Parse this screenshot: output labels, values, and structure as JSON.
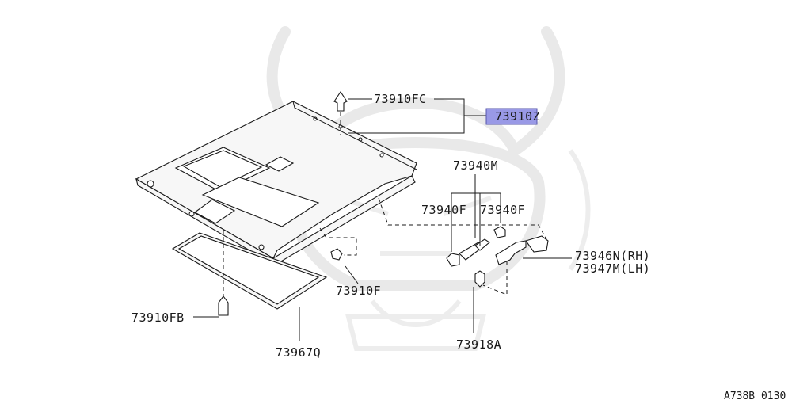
{
  "labels": {
    "l_73910fc": "73910FC",
    "l_73910z": "73910Z",
    "l_73940m": "73940M",
    "l_73940f_left": "73940F",
    "l_73940f_right": "73940F",
    "l_73946n": "73946N(RH)",
    "l_73947m": "73947M(LH)",
    "l_73910f": "73910F",
    "l_73910fb": "73910FB",
    "l_73967q": "73967Q",
    "l_73918a": "73918A"
  },
  "diagram_code": "A738B 0130",
  "highlight_color": "#9999e6",
  "watermark": "samurai-helmet-crest"
}
